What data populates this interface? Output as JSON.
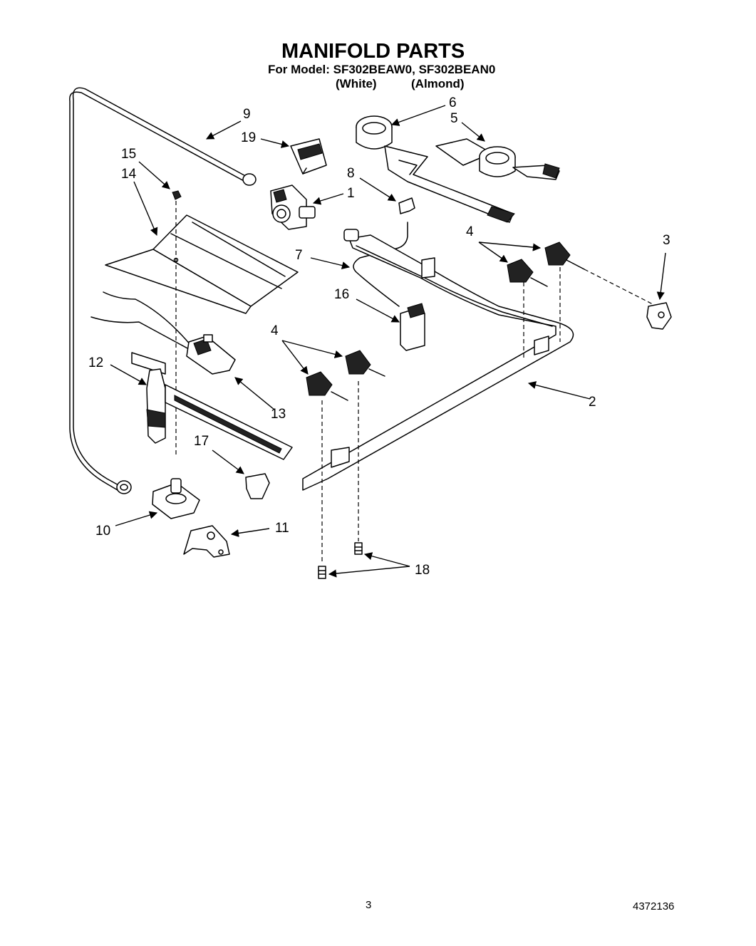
{
  "header": {
    "title": "MANIFOLD PARTS",
    "subtitle": "For Model: SF302BEAW0, SF302BEAN0",
    "variant_white": "(White)",
    "variant_almond": "(Almond)"
  },
  "callouts": {
    "c1": "1",
    "c2": "2",
    "c3": "3",
    "c4a": "4",
    "c4b": "4",
    "c5": "5",
    "c6": "6",
    "c7": "7",
    "c8": "8",
    "c9": "9",
    "c10": "10",
    "c11": "11",
    "c12": "12",
    "c13": "13",
    "c14": "14",
    "c15": "15",
    "c16": "16",
    "c17": "17",
    "c18": "18",
    "c19": "19"
  },
  "footer": {
    "page_number": "3",
    "document_code": "4372136"
  }
}
